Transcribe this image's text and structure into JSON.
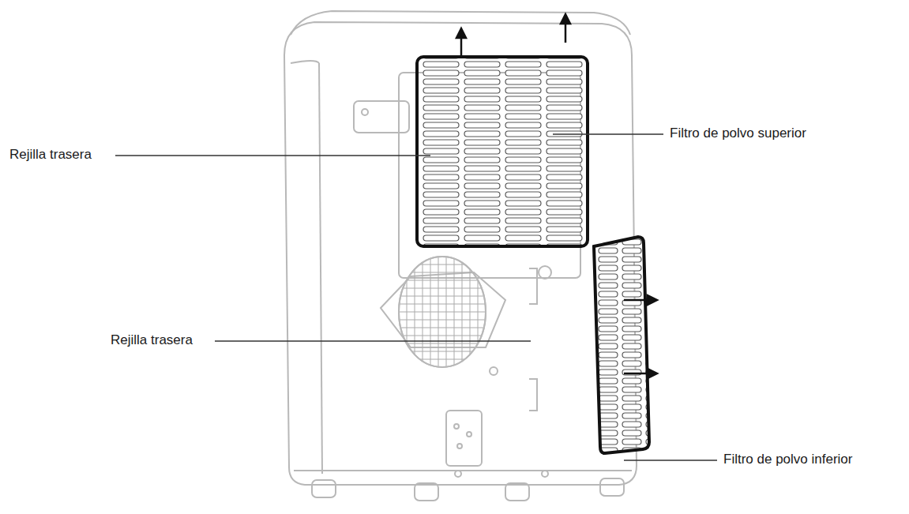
{
  "diagram": {
    "labels": [
      "Rejilla trasera",
      "Filtro de polvo superior",
      "Rejilla trasera",
      "Filtro de polvo inferior"
    ]
  }
}
